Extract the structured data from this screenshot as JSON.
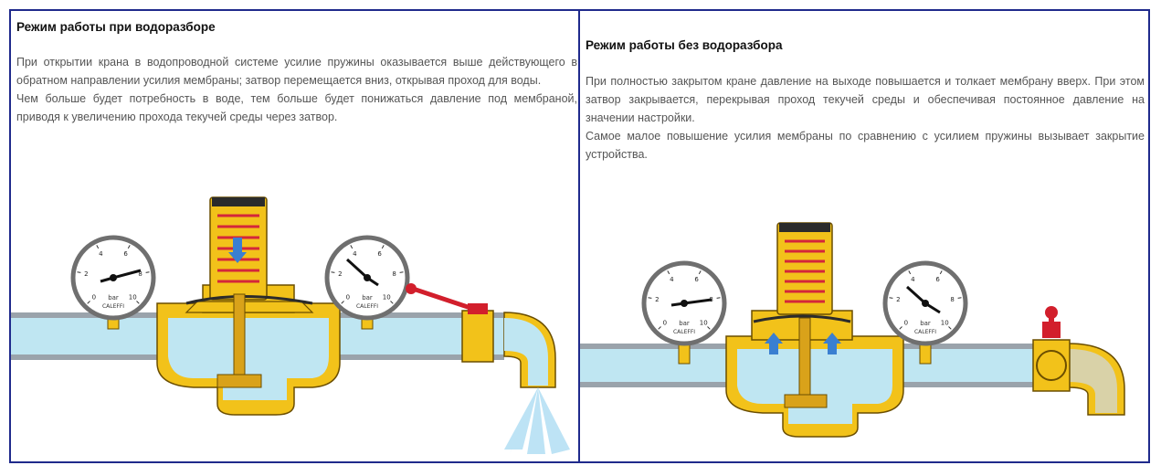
{
  "left_panel": {
    "title": "Режим работы при водоразборе",
    "paragraph_1": "При открытии крана в водопроводной системе усилие пружины оказывается выше действующего в обратном направлении усилия мембраны; затвор перемещается вниз, открывая проход для воды.",
    "paragraph_2": "Чем больше будет потребность в воде, тем больше будет понижаться давление под мембраной, приводя к увеличению прохода текучей среды через затвор."
  },
  "right_panel": {
    "title": "Режим работы без водоразбора",
    "paragraph_1": "При полностью закрытом кране давление на выходе повышается и толкает мембрану вверх. При этом затвор закрывается, перекрывая проход текучей среды и обеспечивая постоянное давление на значении настройки.",
    "paragraph_2": "Самое малое повышение усилия мембраны по сравнению с усилием пружины вызывает закрытие устройства."
  },
  "gauge": {
    "unit_top": "bar",
    "unit_bottom": "CALEFFI",
    "scale": [
      "0",
      "2",
      "4",
      "6",
      "8",
      "10"
    ]
  },
  "colors": {
    "border": "#1f2a8c",
    "brass": "#f2c21a",
    "brass_outline": "#6b4e00",
    "water": "#bfe6f2",
    "pipe_wall": "#9aa3ab",
    "spring": "#d4263a",
    "arrow": "#3a7fd1",
    "valve_handle": "#d21f2c"
  }
}
